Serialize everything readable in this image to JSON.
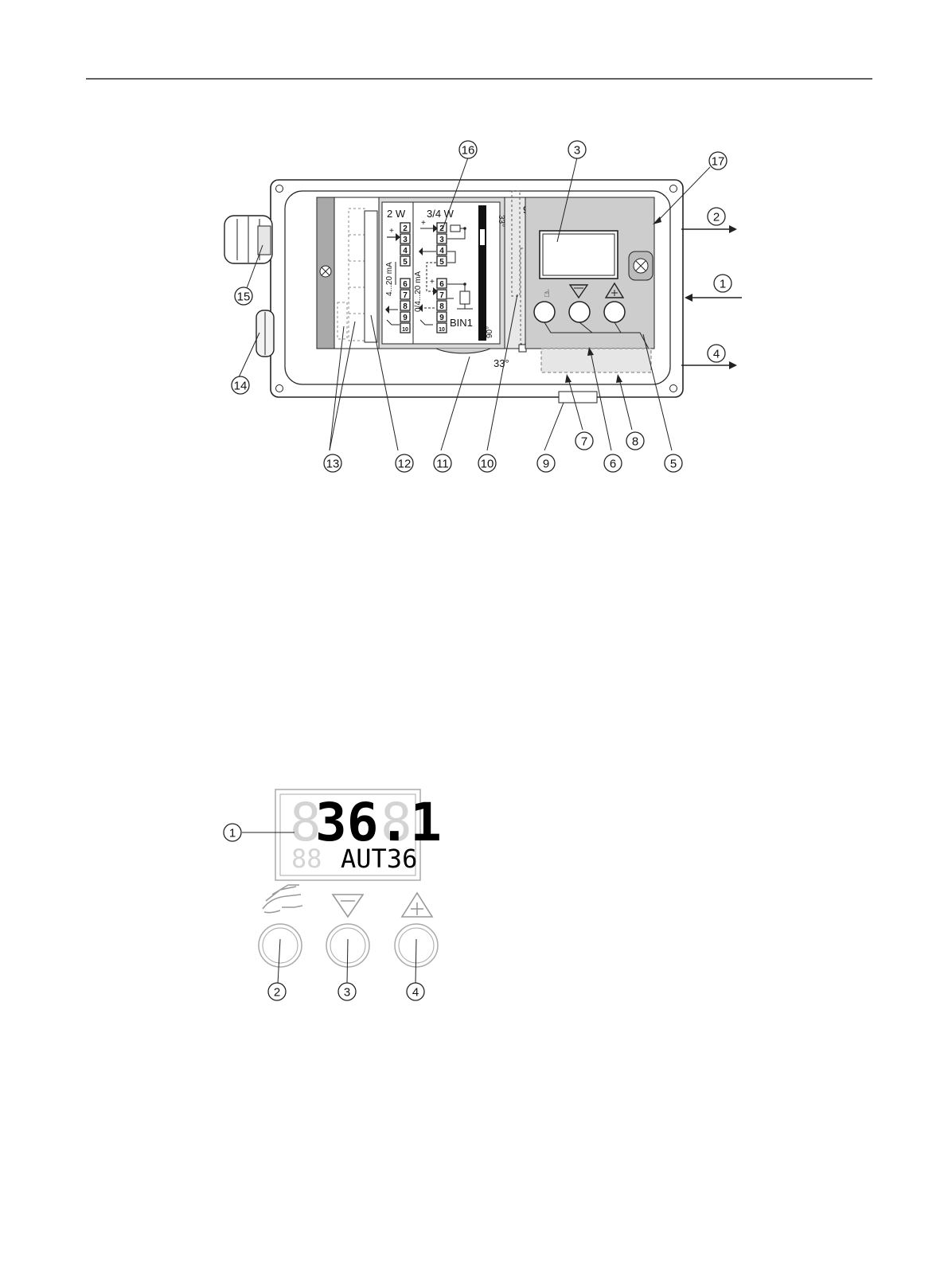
{
  "figure1": {
    "callouts": [
      "16",
      "3",
      "17",
      "2",
      "1",
      "4",
      "15",
      "14",
      "13",
      "12",
      "11",
      "10",
      "9",
      "7",
      "6",
      "8",
      "5"
    ],
    "labels": {
      "wiring_2w": "2 W",
      "wiring_34w": "3/4 W",
      "current_4_20": "4...20 mA",
      "current_0_4_20": "0/4...20 mA",
      "bin1": "BIN1",
      "angle_90": "90°",
      "angle_33": "33°",
      "terminals": [
        "2",
        "3",
        "4",
        "5",
        "6",
        "7",
        "8",
        "9",
        "10"
      ]
    }
  },
  "figure2": {
    "display_value": "36.1",
    "display_ghost": "8",
    "display_ghost_small": "88",
    "display_text": "AUT36",
    "callouts": [
      "1",
      "2",
      "3",
      "4"
    ],
    "icons": [
      "hand-icon",
      "down-triangle-icon",
      "up-triangle-plus-icon"
    ]
  }
}
